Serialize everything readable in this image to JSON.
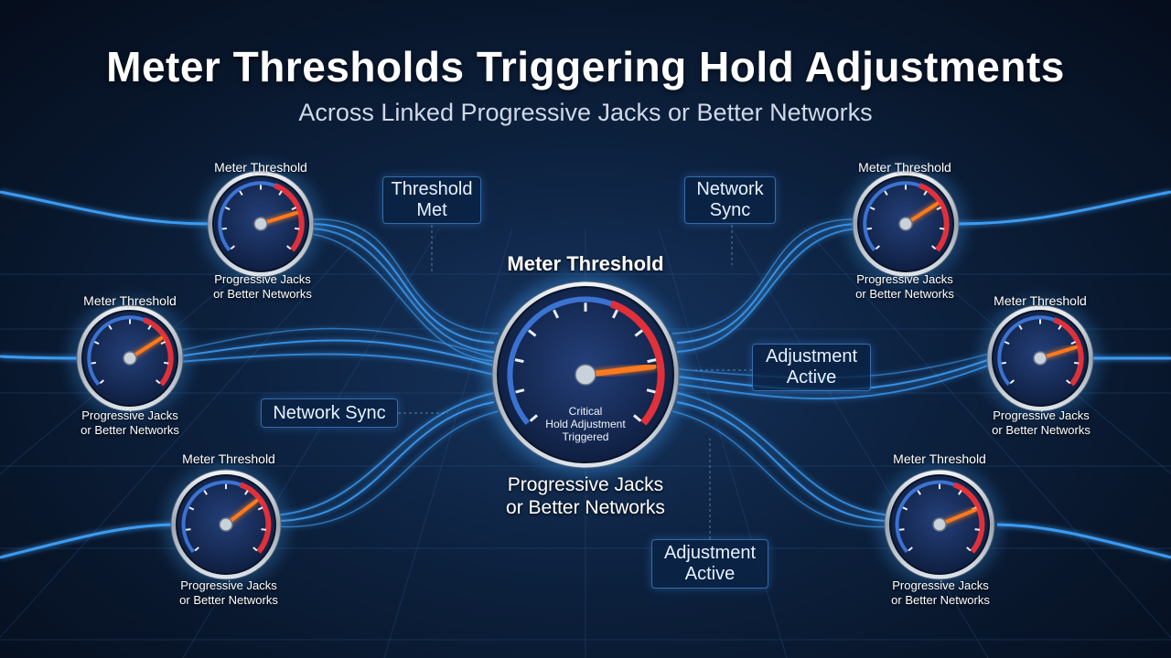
{
  "header": {
    "title": "Meter Thresholds Triggering Hold Adjustments",
    "subtitle": "Across Linked Progressive Jacks or Better Networks"
  },
  "gauges": [
    {
      "id": "top-left",
      "top_label": "Meter Threshold",
      "bottom_label_1": "Progressive Jacks",
      "bottom_label_2": "or Better Networks",
      "level": 0.78
    },
    {
      "id": "mid-left",
      "top_label": "Meter Threshold",
      "bottom_label_1": "Progressive Jacks",
      "bottom_label_2": "or Better Networks",
      "level": 0.72
    },
    {
      "id": "bottom-left",
      "top_label": "Meter Threshold",
      "bottom_label_1": "Progressive Jacks",
      "bottom_label_2": "or Better Networks",
      "level": 0.7
    },
    {
      "id": "top-right",
      "top_label": "Meter Threshold",
      "bottom_label_1": "Progressive Jacks",
      "bottom_label_2": "or Better Networks",
      "level": 0.72
    },
    {
      "id": "mid-right",
      "top_label": "Meter Threshold",
      "bottom_label_1": "Progressive Jacks",
      "bottom_label_2": "or Better Networks",
      "level": 0.78
    },
    {
      "id": "bottom-right",
      "top_label": "Meter Threshold",
      "bottom_label_1": "Progressive Jacks",
      "bottom_label_2": "or Better Networks",
      "level": 0.76
    }
  ],
  "center_gauge": {
    "top_label": "Meter Threshold",
    "bottom_label_1": "Progressive Jacks",
    "bottom_label_2": "or Better Networks",
    "status_1": "Critical",
    "status_2": "Hold Adjustment",
    "status_3": "Triggered",
    "level": 0.82
  },
  "tags": {
    "threshold_met_1": "Threshold",
    "threshold_met_2": "Met",
    "network_sync_top_1": "Network",
    "network_sync_top_2": "Sync",
    "network_sync_left": "Network Sync",
    "adjustment_active_right_1": "Adjustment",
    "adjustment_active_right_2": "Active",
    "adjustment_active_bottom_1": "Adjustment",
    "adjustment_active_bottom_2": "Active"
  },
  "colors": {
    "background": "#0b1d38",
    "stream": "#3fa4ff",
    "gauge_face": "#1c3464",
    "danger_arc": "#e0303a",
    "needle": "#ff7a1a"
  }
}
